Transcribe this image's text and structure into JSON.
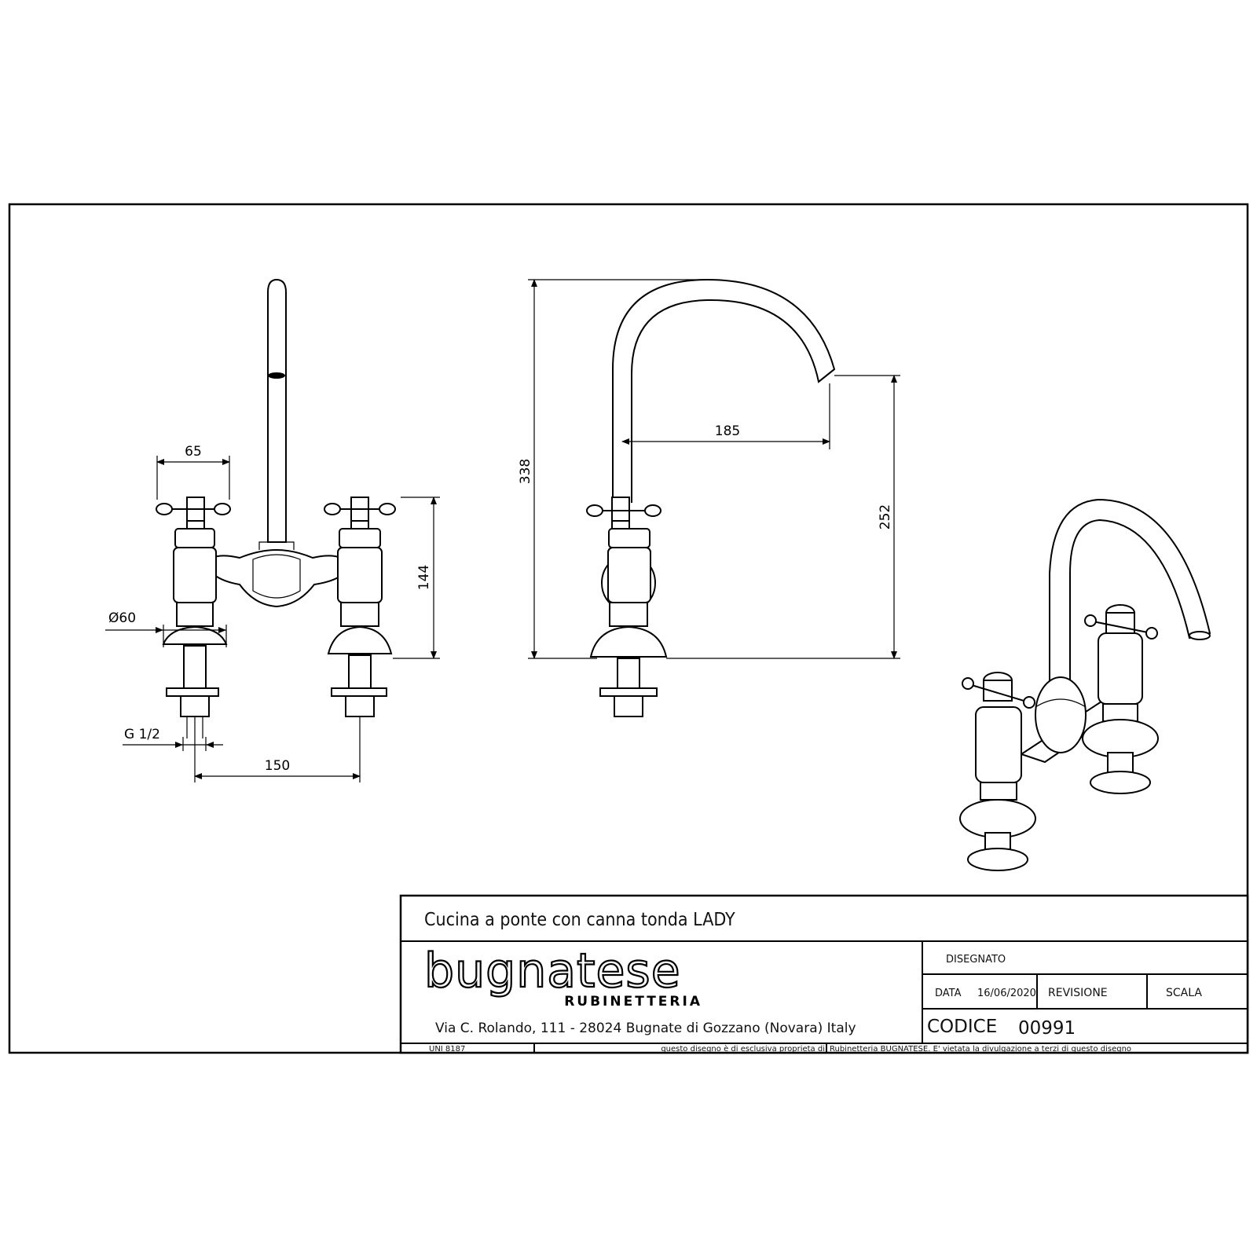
{
  "drawing": {
    "dimensions": {
      "handle_spacing": "65",
      "front_height": "144",
      "base_diameter": "Ø60",
      "thread": "G 1/2",
      "center_distance": "150",
      "total_height": "338",
      "spout_reach": "185",
      "spout_height": "252"
    }
  },
  "title_block": {
    "title": "Cucina a ponte con canna tonda LADY",
    "brand": "bugnatese",
    "brand_sub": "RUBINETTERIA",
    "address": "Via C. Rolando, 111 - 28024 Bugnate di Gozzano (Novara) Italy",
    "disegnato_label": "DISEGNATO",
    "data_label": "DATA",
    "data_value": "16/06/2020",
    "revisione_label": "REVISIONE",
    "scala_label": "SCALA",
    "codice_label": "CODICE",
    "codice_value": "00991",
    "standard": "UNI 8187",
    "disclaimer_left": "questo disegno è di esclusiva proprieta di",
    "disclaimer_right": "Rubinetteria BUGNATESE. E' vietata la divulgazione a terzi di questo disegno"
  }
}
